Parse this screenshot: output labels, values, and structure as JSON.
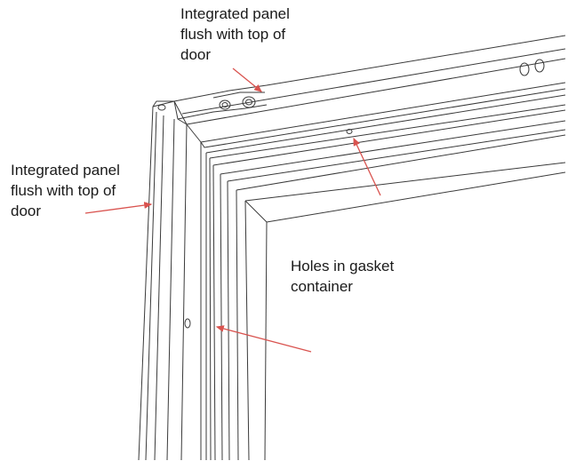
{
  "labels": {
    "top_panel": {
      "lines": [
        "Integrated panel",
        "flush with top of",
        "door"
      ]
    },
    "side_panel": {
      "lines": [
        "Integrated panel",
        "flush with top of",
        "door"
      ]
    },
    "gasket_holes": {
      "lines": [
        "Holes in gasket",
        "container"
      ]
    }
  },
  "colors": {
    "line": "#3a3a3a",
    "arrow": "#d9534f",
    "text": "#1a1a1a"
  }
}
